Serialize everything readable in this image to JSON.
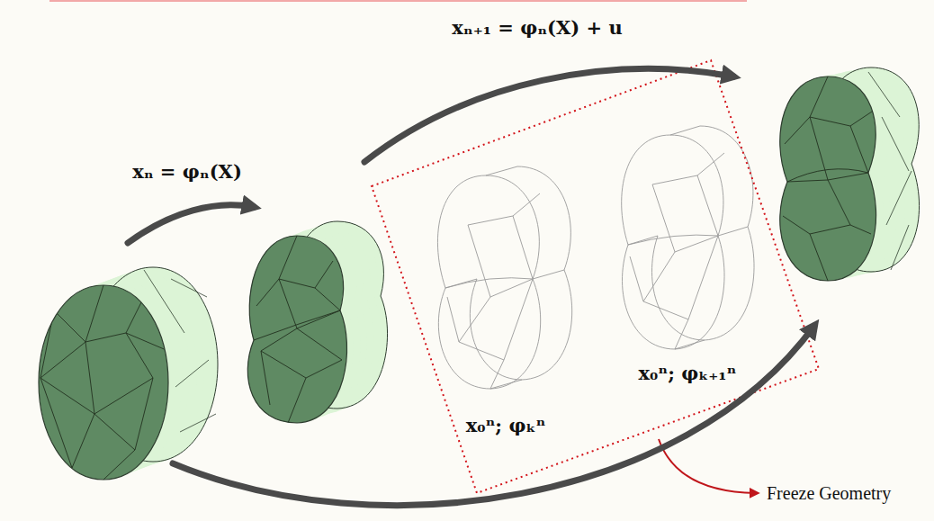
{
  "diagram": {
    "labels": [
      "xₙ₊₁ = φₙ(X) + u",
      "xₙ = φₙ(X)",
      "x₀ⁿ; φₖⁿ",
      "x₀ⁿ; φₖ₊₁ⁿ",
      "Freeze Geometry"
    ]
  }
}
